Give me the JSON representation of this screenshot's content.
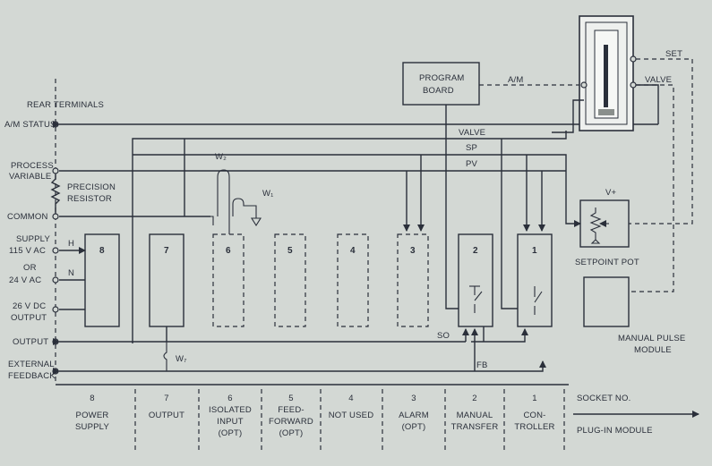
{
  "rear_terminals": {
    "heading": "REAR TERMINALS",
    "am_status": "A/M STATUS",
    "process_variable": [
      "PROCESS",
      "VARIABLE"
    ],
    "precision_resistor": [
      "PRECISION",
      "RESISTOR"
    ],
    "common": "COMMON",
    "supply": [
      "SUPPLY",
      "115 V AC"
    ],
    "or_24": [
      "OR",
      "24 V AC"
    ],
    "dc_output": [
      "26 V DC",
      "OUTPUT"
    ],
    "output": "OUTPUT",
    "external_feedback": [
      "EXTERNAL",
      "FEEDBACK"
    ],
    "h": "H",
    "n": "N"
  },
  "modules": {
    "m8": "8",
    "m7": "7",
    "m6": "6",
    "m5": "5",
    "m4": "4",
    "m3": "3",
    "m2": "2",
    "m1": "1"
  },
  "buses": {
    "valve": "VALVE",
    "sp": "SP",
    "pv": "PV",
    "so": "SO",
    "fb": "FB",
    "w1": "W₁",
    "w2": "W₂",
    "w7": "W₇"
  },
  "program_board": [
    "PROGRAM",
    "BOARD"
  ],
  "am": "A/M",
  "meter": {
    "set": "SET",
    "valve": "VALVE"
  },
  "setpoint": {
    "vplus": "V+",
    "label": "SETPOINT POT"
  },
  "manual_pulse": [
    "MANUAL PULSE",
    "MODULE"
  ],
  "sockets": [
    {
      "no": "8",
      "name": [
        "POWER",
        "SUPPLY"
      ]
    },
    {
      "no": "7",
      "name": [
        "OUTPUT"
      ]
    },
    {
      "no": "6",
      "name": [
        "ISOLATED",
        "INPUT",
        "(OPT)"
      ]
    },
    {
      "no": "5",
      "name": [
        "FEED-",
        "FORWARD",
        "(OPT)"
      ]
    },
    {
      "no": "4",
      "name": [
        "NOT  USED"
      ]
    },
    {
      "no": "3",
      "name": [
        "ALARM",
        "(OPT)"
      ]
    },
    {
      "no": "2",
      "name": [
        "MANUAL",
        "TRANSFER"
      ]
    },
    {
      "no": "1",
      "name": [
        "CON-",
        "TROLLER"
      ]
    }
  ],
  "legend": {
    "socket_no": "SOCKET NO.",
    "plugin": "PLUG-IN MODULE"
  }
}
